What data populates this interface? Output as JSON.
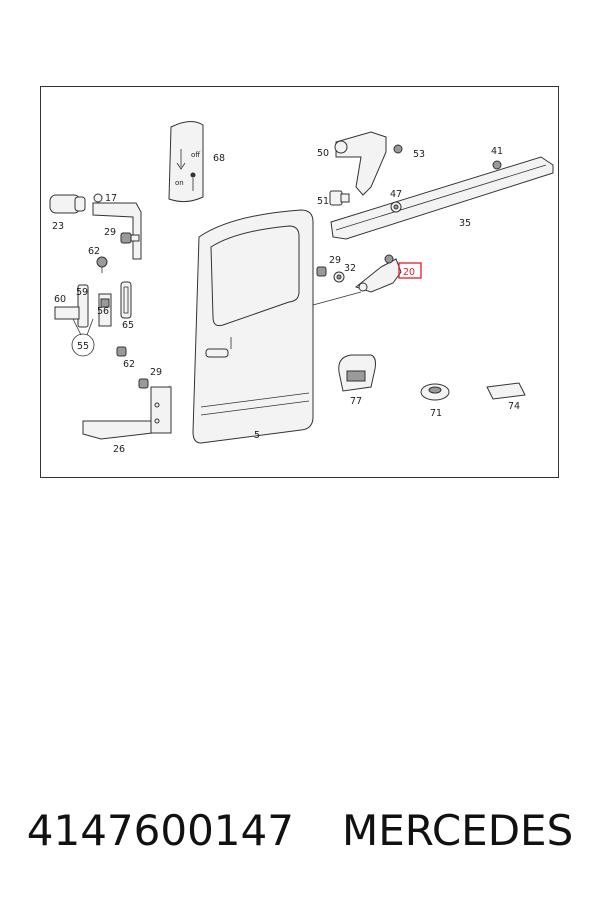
{
  "parts": [
    {
      "id": "p5",
      "number": "5"
    },
    {
      "id": "p17",
      "number": "17"
    },
    {
      "id": "p20",
      "number": "20",
      "highlighted": true
    },
    {
      "id": "p23",
      "number": "23"
    },
    {
      "id": "p26",
      "number": "26"
    },
    {
      "id": "p29a",
      "number": "29"
    },
    {
      "id": "p29b",
      "number": "29"
    },
    {
      "id": "p29c",
      "number": "29"
    },
    {
      "id": "p32",
      "number": "32"
    },
    {
      "id": "p35",
      "number": "35"
    },
    {
      "id": "p41",
      "number": "41"
    },
    {
      "id": "p47",
      "number": "47"
    },
    {
      "id": "p50",
      "number": "50"
    },
    {
      "id": "p51",
      "number": "51"
    },
    {
      "id": "p53",
      "number": "53"
    },
    {
      "id": "p55",
      "number": "55"
    },
    {
      "id": "p56",
      "number": "56"
    },
    {
      "id": "p59",
      "number": "59"
    },
    {
      "id": "p60",
      "number": "60"
    },
    {
      "id": "p62a",
      "number": "62"
    },
    {
      "id": "p62b",
      "number": "62"
    },
    {
      "id": "p65",
      "number": "65"
    },
    {
      "id": "p68",
      "number": "68"
    },
    {
      "id": "p71",
      "number": "71"
    },
    {
      "id": "p74",
      "number": "74"
    },
    {
      "id": "p77",
      "number": "77"
    }
  ],
  "sticker": {
    "off_label": "off",
    "on_label": "on"
  },
  "colors": {
    "highlight": "#e0202a",
    "line": "#333333"
  },
  "footer": {
    "part_number": "4147600147",
    "brand": "MERCEDES"
  }
}
